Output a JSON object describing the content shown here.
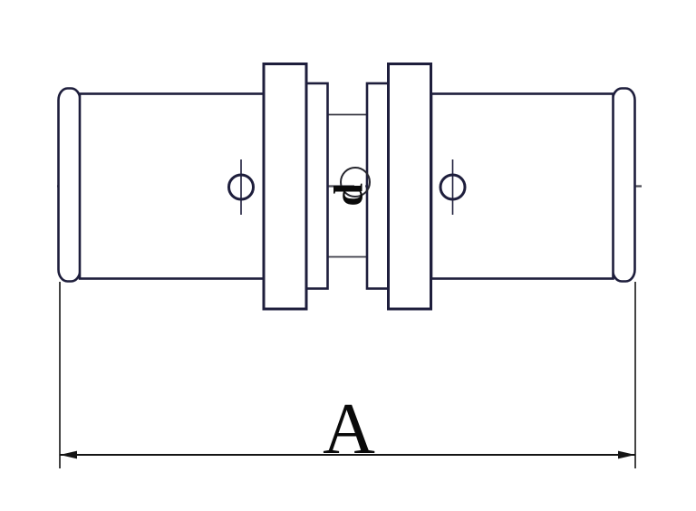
{
  "drawing": {
    "type": "technical-drawing",
    "subject": "press-fitting straight coupling, side elevation",
    "labels": {
      "overall_length": "A",
      "inner_diameter": "d"
    },
    "colors": {
      "outline": "#1e1e3c",
      "centerline": "#4b4b55",
      "thin_edge": "#3c3c46",
      "dimension": "#151515",
      "text": "#0a0a0a",
      "background": "#ffffff"
    }
  }
}
